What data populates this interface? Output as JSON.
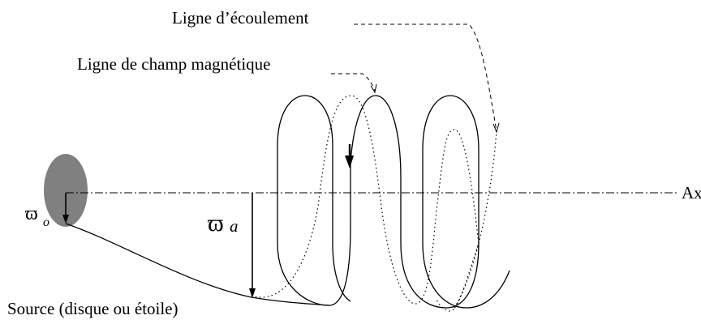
{
  "diagram": {
    "labels": {
      "flow_line": "Ligne d’écoulement",
      "field_line": "Ligne de champ magnétique",
      "axis": "Axe",
      "source": "Source (disque ou étoile)"
    },
    "symbols": {
      "varpi": "ϖ",
      "sub_o": "o",
      "sub_a": "a"
    },
    "colors": {
      "source_fill": "#808080",
      "stroke": "#000000",
      "background": "#ffffff"
    }
  }
}
